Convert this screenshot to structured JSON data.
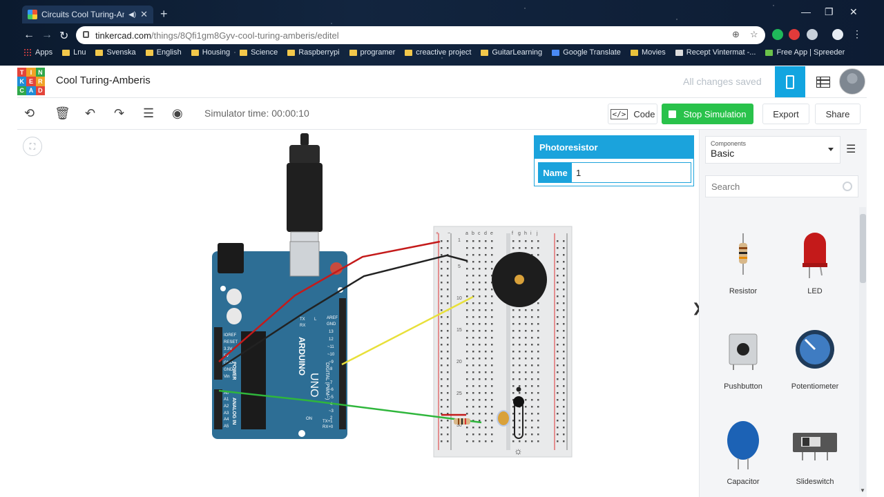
{
  "browser": {
    "tab_title": "Circuits Cool Turing-Amberis",
    "url_host": "tinkercad.com",
    "url_path": "/things/8Qfi1gm8Gyv-cool-turing-amberis/editel",
    "bookmarks": [
      "Apps",
      "Lnu",
      "Svenska",
      "English",
      "Housing",
      "Science",
      "Raspberrypi",
      "programer",
      "creactive project",
      "GuitarLearning",
      "Google Translate",
      "Movies",
      "Recept Vintermat -...",
      "Free App | Spreeder"
    ]
  },
  "app": {
    "logo_letters": [
      "T",
      "I",
      "N",
      "K",
      "E",
      "R",
      "C",
      "A",
      "D"
    ],
    "project_title": "Cool Turing-Amberis",
    "save_status": "All changes saved"
  },
  "toolbar": {
    "sim_time": "Simulator time: 00:00:10",
    "code_label": "Code",
    "stop_label": "Stop Simulation",
    "export_label": "Export",
    "share_label": "Share"
  },
  "inspector": {
    "title": "Photoresistor",
    "name_label": "Name",
    "name_value": "1"
  },
  "panel": {
    "components_label": "Components",
    "components_value": "Basic",
    "search_placeholder": "Search",
    "items": [
      "Resistor",
      "LED",
      "Pushbutton",
      "Potentiometer",
      "Capacitor",
      "Slideswitch"
    ]
  },
  "board": {
    "brand": "ARDUINO",
    "model": "UNO",
    "power_label": "POWER",
    "analog_label": "ANALOG IN",
    "digital_label": "DIGITAL (PWM~)",
    "power_pins": [
      "IOREF",
      "RESET",
      "3.3V",
      "5V",
      "GND",
      "GND",
      "Vin"
    ],
    "analog_pins": [
      "A0",
      "A1",
      "A2",
      "A3",
      "A4",
      "A5"
    ],
    "digital_pins": [
      "AREF",
      "GND",
      "13",
      "12",
      "~11",
      "~10",
      "~9",
      "8",
      "7",
      "~6",
      "~5",
      "4",
      "~3",
      "2",
      "TX+1",
      "RX+0"
    ],
    "tx_label": "TX",
    "rx_label": "RX",
    "l_label": "L",
    "on_label": "ON"
  },
  "breadboard": {
    "columns_left": [
      "a",
      "b",
      "c",
      "d",
      "e"
    ],
    "columns_right": [
      "f",
      "g",
      "h",
      "i",
      "j"
    ],
    "rail_plus": "+",
    "rail_minus": "−",
    "row_labels": [
      "1",
      "5",
      "10",
      "15",
      "20",
      "25",
      "30"
    ]
  },
  "colors": {
    "tinkercad_blue": "#1ba3dc",
    "stop_green": "#29c24b",
    "arduino_teal": "#2d6e95",
    "wire_red": "#c41a1a",
    "wire_black": "#222222",
    "wire_yellow": "#e8e03a",
    "wire_green": "#2fb63c"
  }
}
